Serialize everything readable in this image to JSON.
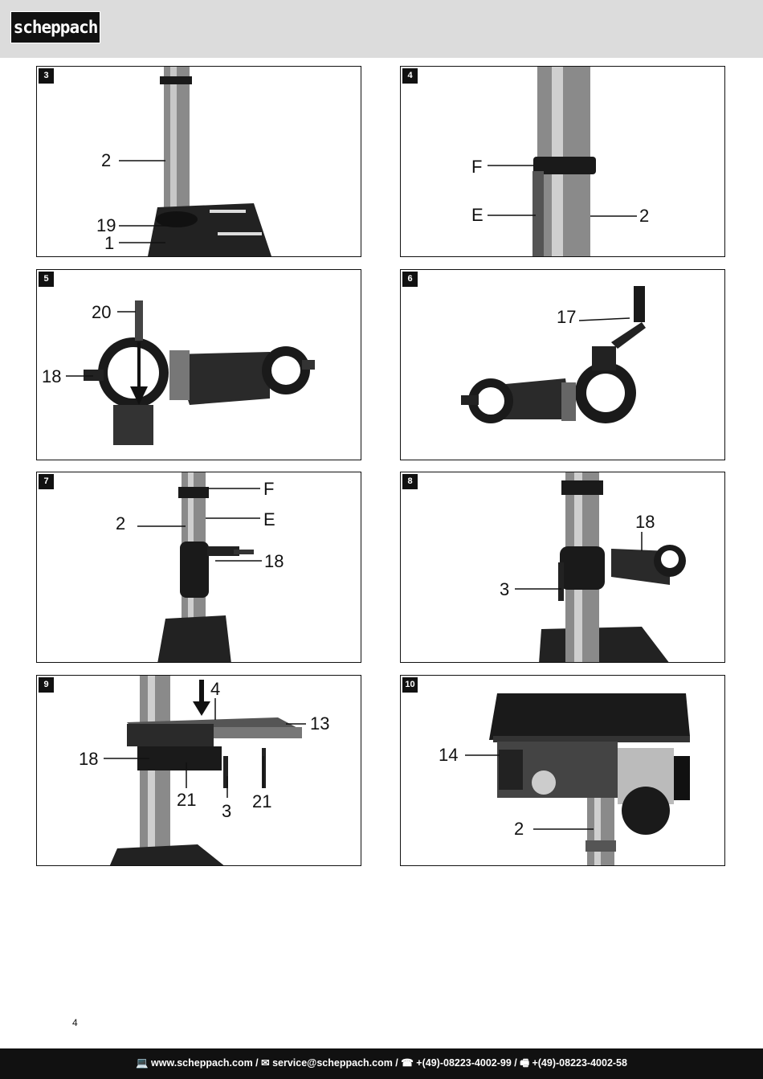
{
  "header": {
    "brand": "scheppach"
  },
  "figures": [
    {
      "number": "3",
      "labels": [
        "2",
        "19",
        "1"
      ]
    },
    {
      "number": "4",
      "labels": [
        "F",
        "E",
        "2"
      ]
    },
    {
      "number": "5",
      "labels": [
        "20",
        "18"
      ]
    },
    {
      "number": "6",
      "labels": [
        "17"
      ]
    },
    {
      "number": "7",
      "labels": [
        "F",
        "2",
        "E",
        "18"
      ]
    },
    {
      "number": "8",
      "labels": [
        "18",
        "3"
      ]
    },
    {
      "number": "9",
      "labels": [
        "4",
        "13",
        "18",
        "21",
        "3",
        "21"
      ]
    },
    {
      "number": "10",
      "labels": [
        "14",
        "2"
      ]
    }
  ],
  "page_number": "4",
  "footer": {
    "text": "💻 www.scheppach.com / ✉ service@scheppach.com / ☎ +(49)-08223-4002-99 / 🖷 +(49)-08223-4002-58"
  }
}
